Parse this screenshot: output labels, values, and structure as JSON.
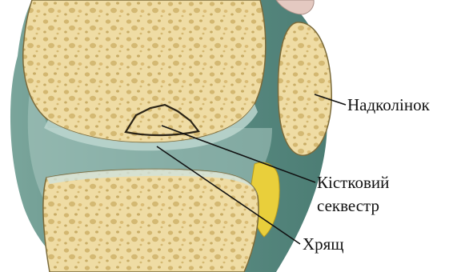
{
  "labels": {
    "patella": "Надколінок",
    "sequestrum_line1": "Кістковий",
    "sequestrum_line2": "секвестр",
    "cartilage": "Хрящ"
  },
  "colors": {
    "bone_fill": "#efdca4",
    "bone_pore": "#c9aa5e",
    "bone_edge": "#7a6a3a",
    "capsule": "#5e8f86",
    "capsule_light": "#a9c8c1",
    "fat_pad": "#e9cf3b",
    "leader_line": "#111111"
  }
}
